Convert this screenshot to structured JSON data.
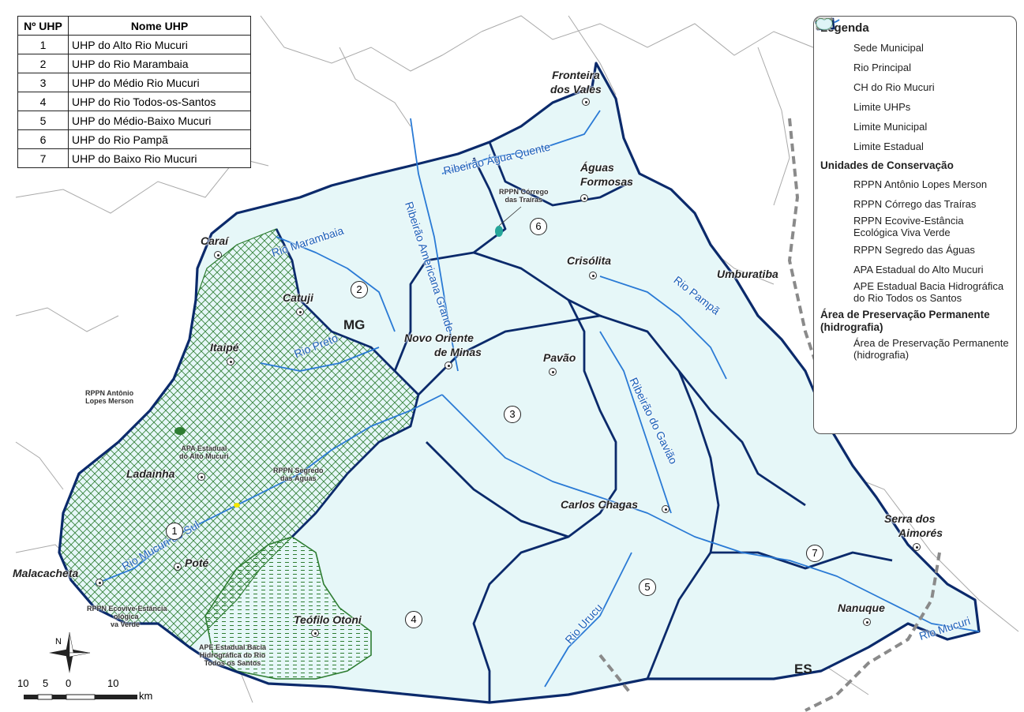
{
  "uhp_table": {
    "headers": [
      "Nº UHP",
      "Nome UHP"
    ],
    "rows": [
      {
        "num": "1",
        "name": "UHP do Alto Rio Mucuri"
      },
      {
        "num": "2",
        "name": "UHP do Rio Marambaia"
      },
      {
        "num": "3",
        "name": "UHP do Médio Rio Mucuri"
      },
      {
        "num": "4",
        "name": "UHP do Rio Todos-os-Santos"
      },
      {
        "num": "5",
        "name": "UHP do Médio-Baixo Mucuri"
      },
      {
        "num": "6",
        "name": "UHP do Rio Pampã"
      },
      {
        "num": "7",
        "name": "UHP do Baixo Rio Mucuri"
      }
    ]
  },
  "legend": {
    "title": "Legenda",
    "items": [
      {
        "label": "Sede Municipal",
        "symbol": "point-icon"
      },
      {
        "label": "Rio Principal",
        "symbol": "river-line-icon"
      },
      {
        "label": "CH do Rio Mucuri",
        "symbol": "basin-outline-icon"
      },
      {
        "label": "Limite UHPs",
        "symbol": "uhp-boundary-icon"
      },
      {
        "label": "Limite Municipal",
        "symbol": "municipal-boundary-icon"
      },
      {
        "label": "Limite Estadual",
        "symbol": "state-boundary-icon"
      }
    ],
    "uc_title": "Unidades de Conservação",
    "uc_items": [
      {
        "label": "RPPN Antônio Lopes Merson",
        "color": "#2e7d32"
      },
      {
        "label": "RPPN Córrego das Traíras",
        "color": "#26a69a"
      },
      {
        "label": "RPPN Ecovive-Estância Ecológica Viva Verde",
        "color": "#66dd33"
      },
      {
        "label": "RPPN Segredo das Águas",
        "color": "#f2e600"
      },
      {
        "label": "APA Estadual do Alto Mucuri",
        "color": "#3a8a3a"
      },
      {
        "label": "APE Estadual Bacia Hidrográfica do Rio Todos os Santos",
        "color": "#2e7d32"
      }
    ],
    "app_title": "Área de Preservação Permanente (hidrografia)",
    "app_items": [
      {
        "label": "Área de Preservação Permanente (hidrografia)",
        "color": "#dff4f6"
      }
    ]
  },
  "colors": {
    "basin_fill": "#e6f7f8",
    "river": "#2a7ad5",
    "uhp_boundary": "#0b2a6b",
    "apa_hatch": "#2e7d32",
    "municipal": "#9a9a9a"
  },
  "cities": [
    {
      "name": "Fronteira dos Vales",
      "lines": [
        "Fronteira",
        "dos Vales"
      ]
    },
    {
      "name": "Águas Formosas",
      "lines": [
        "Águas",
        "Formosas"
      ]
    },
    {
      "name": "Caraí",
      "lines": [
        "Caraí"
      ]
    },
    {
      "name": "Crisólita",
      "lines": [
        "Crisólita"
      ]
    },
    {
      "name": "Umburatiba",
      "lines": [
        "Umburatiba"
      ]
    },
    {
      "name": "Catuji",
      "lines": [
        "Catuji"
      ]
    },
    {
      "name": "Itaipé",
      "lines": [
        "Itaipé"
      ]
    },
    {
      "name": "Novo Oriente de Minas",
      "lines": [
        "Novo Oriente",
        "de Minas"
      ]
    },
    {
      "name": "Pavão",
      "lines": [
        "Pavão"
      ]
    },
    {
      "name": "Ladainha",
      "lines": [
        "Ladainha"
      ]
    },
    {
      "name": "Carlos Chagas",
      "lines": [
        "Carlos Chagas"
      ]
    },
    {
      "name": "Serra dos Aimorés",
      "lines": [
        "Serra dos",
        "Aimorés"
      ]
    },
    {
      "name": "Malacacheta",
      "lines": [
        "Malacacheta"
      ]
    },
    {
      "name": "Poté",
      "lines": [
        "Poté"
      ]
    },
    {
      "name": "Teófilo Otoni",
      "lines": [
        "Teófilo Otoni"
      ]
    },
    {
      "name": "Nanuque",
      "lines": [
        "Nanuque"
      ]
    }
  ],
  "rivers": [
    "Ribeirão Água Quente",
    "Ribeirão Americana Grande",
    "Rio Marambaia",
    "Rio Preto",
    "Rio Pampã",
    "Ribeirão do Gavião",
    "Rio Mucuri do Sul",
    "Rio Urucu",
    "Rio Mucuri"
  ],
  "annotations": [
    {
      "lines": [
        "RPPN Córrego",
        "das Traíras"
      ]
    },
    {
      "lines": [
        "RPPN Antônio",
        "Lopes Merson"
      ]
    },
    {
      "lines": [
        "APA Estadual",
        "do Alto Mucuri"
      ]
    },
    {
      "lines": [
        "RPPN Segredo",
        "das Águas"
      ]
    },
    {
      "lines": [
        "APE Estadual Bacia",
        "Hidrográfica do Rio",
        "Todos os Santos"
      ]
    },
    {
      "lines": [
        "RPPN Ecovive-Estância",
        "ológica",
        "va Verde"
      ]
    }
  ],
  "states": [
    "MG",
    "ES"
  ],
  "uhp_numbers": [
    "1",
    "2",
    "3",
    "4",
    "5",
    "6",
    "7"
  ],
  "scale": {
    "ticks": [
      "10",
      "5",
      "0",
      "10"
    ],
    "unit": "km"
  },
  "north_label": "N"
}
